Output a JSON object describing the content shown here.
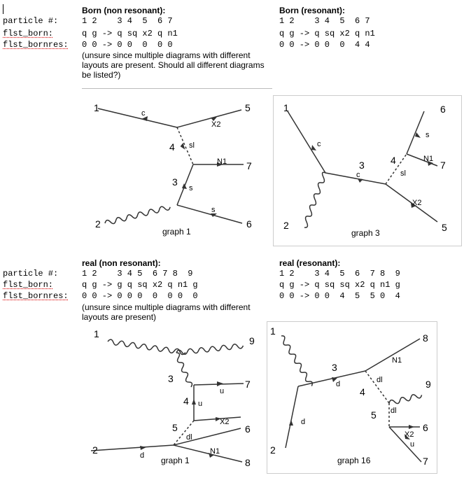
{
  "labels": {
    "particle": "particle #:",
    "flst_born": "flst_born:",
    "flst_bornres": "flst_bornres:"
  },
  "born_nonres": {
    "title": "Born (non resonant):",
    "particles": "1 2    3 4  5  6 7",
    "flst_born": "q g -> q sq x2 q n1",
    "flst_bornres": "0 0 -> 0 0  0  0 0",
    "note": "(unsure since multiple diagrams with different layouts are present. Should all different diagrams be listed?)"
  },
  "born_res": {
    "title": "Born (resonant):",
    "particles": "1 2    3 4  5  6 7",
    "flst_born": "q g -> q sq x2 q n1",
    "flst_bornres": "0 0 -> 0 0  0  4 4"
  },
  "real_nonres": {
    "title": "real (non resonant):",
    "particles": "1 2    3 4 5  6 7 8  9",
    "flst_born": "q g -> g q sq x2 q n1 g",
    "flst_bornres": "0 0 -> 0 0 0  0  0 0  0",
    "note": "(unsure since multiple diagrams with different layouts are present)"
  },
  "real_res": {
    "title": "real (resonant):",
    "particles": "1 2    3 4  5  6  7 8  9",
    "flst_born": "q g -> q sq sq x2 q n1 g",
    "flst_bornres": "0 0 -> 0 0  4  5  5 0  4"
  },
  "graph1": {
    "caption": "graph   1",
    "ext": [
      "1",
      "2",
      "5",
      "6",
      "7"
    ],
    "int": [
      "3",
      "4"
    ],
    "parts": [
      "c",
      "X2",
      "sl",
      "N1",
      "s",
      "s"
    ]
  },
  "graph3": {
    "caption": "graph   3",
    "ext": [
      "1",
      "2",
      "5",
      "6",
      "7"
    ],
    "int": [
      "3",
      "4"
    ],
    "parts": [
      "c",
      "c",
      "sl",
      "s",
      "N1",
      "X2"
    ]
  },
  "graph1r": {
    "caption": "graph   1",
    "ext": [
      "1",
      "2",
      "6",
      "7",
      "8",
      "9"
    ],
    "int": [
      "3",
      "4",
      "5"
    ],
    "parts": [
      "u",
      "u",
      "X2",
      "dl",
      "d",
      "N1"
    ]
  },
  "graph16": {
    "caption": "graph   16",
    "ext": [
      "1",
      "2",
      "6",
      "7",
      "8",
      "9"
    ],
    "int": [
      "3",
      "4",
      "5"
    ],
    "parts": [
      "d",
      "d",
      "N1",
      "dl",
      "dl",
      "X2",
      "u"
    ]
  }
}
